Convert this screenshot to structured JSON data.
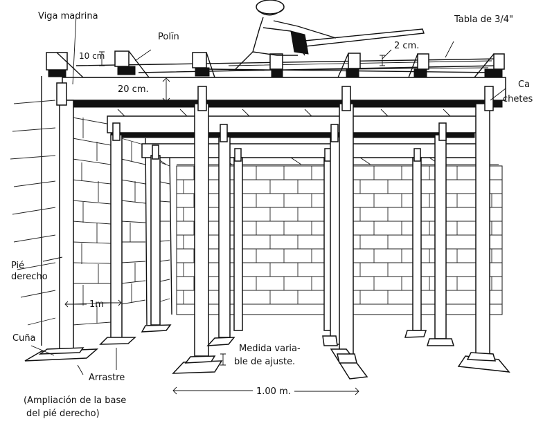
{
  "diagram": {
    "title": "Encofrado de losa: vigas madrinas, polines y pies derechos",
    "colors": {
      "ink": "#111111",
      "paper": "#ffffff"
    },
    "labels": {
      "viga_madrina": "Viga madrina",
      "polin": "Polĭn",
      "tabla": "Tabla de 3/4\"",
      "dim_10cm": "10 cm",
      "dim_20cm": "20 cm.",
      "dim_2cm": "2 cm.",
      "cachetes_1": "Ca",
      "cachetes_2": "chetes",
      "pie_derecho_1": "Pié",
      "pie_derecho_2": "derecho",
      "dim_1m": "1m",
      "cuna": "Cuña",
      "arrastre": "Arrastre",
      "ampliacion_1": "(Ampliación de la base",
      "ampliacion_2": "del pié derecho)",
      "medida_1": "Medida varia-",
      "medida_2": "ble de ajuste.",
      "dim_100m": "1.00 m."
    }
  }
}
